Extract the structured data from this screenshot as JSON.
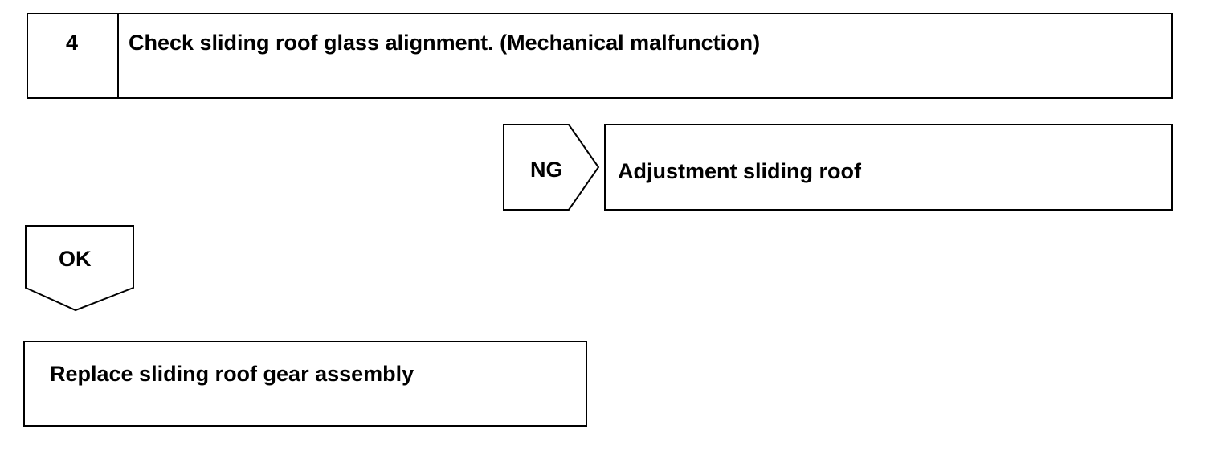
{
  "step": {
    "number": "4",
    "title": "Check sliding roof glass alignment. (Mechanical malfunction)"
  },
  "ng_branch": {
    "label": "NG",
    "action": "Adjustment sliding roof"
  },
  "ok_branch": {
    "label": "OK",
    "action": "Replace sliding roof gear assembly"
  }
}
